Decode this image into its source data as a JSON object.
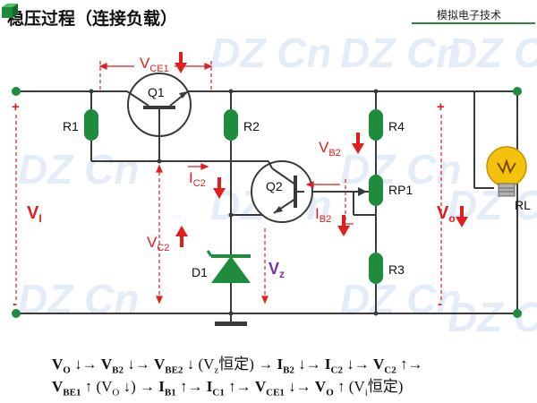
{
  "title": "稳压过程（连接负载）",
  "brand": "模拟电子技术",
  "watermark": "DZ Cn",
  "colors": {
    "wire": "#3a3a3a",
    "accent_red": "#e01e1e",
    "component_green": "#1e8c3c",
    "dashed_red": "#e01e1e",
    "purple": "#7a2fb0",
    "bulb": "#f4c20d"
  },
  "labels": {
    "q1": "Q1",
    "q2": "Q2",
    "r1": "R1",
    "r2": "R2",
    "r3": "R3",
    "r4": "R4",
    "rp1": "RP1",
    "d1": "D1",
    "rl": "RL",
    "vce1_main": "V",
    "vce1_sub": "CE1",
    "vb2_main": "V",
    "vb2_sub": "B2",
    "ic2_main": "I",
    "ic2_sub": "C2",
    "ib2_main": "I",
    "ib2_sub": "B2",
    "vc2_main": "V",
    "vc2_sub": "C2",
    "vz_main": "V",
    "vz_sub": "z",
    "vi_main": "V",
    "vi_sub": "I",
    "vo_main": "V",
    "vo_sub": "o",
    "plus": "+",
    "minus": "-"
  },
  "equations": {
    "line1": [
      {
        "t": "V",
        "b": true
      },
      {
        "s": "O",
        "b": true
      },
      {
        "t": " ↓→ "
      },
      {
        "t": "V",
        "b": true
      },
      {
        "s": "B2",
        "b": true
      },
      {
        "t": " ↓→ "
      },
      {
        "t": "V",
        "b": true
      },
      {
        "s": "BE2",
        "b": true
      },
      {
        "t": " ↓ (V"
      },
      {
        "s": "z"
      },
      {
        "t": "恒定) → "
      },
      {
        "t": "I",
        "b": true
      },
      {
        "s": "B2",
        "b": true
      },
      {
        "t": " ↓→ "
      },
      {
        "t": "I",
        "b": true
      },
      {
        "s": "C2",
        "b": true
      },
      {
        "t": " ↓→ "
      },
      {
        "t": "V",
        "b": true
      },
      {
        "s": "C2",
        "b": true
      },
      {
        "t": " ↑→"
      }
    ],
    "line2": [
      {
        "t": "V",
        "b": true
      },
      {
        "s": "BE1",
        "b": true
      },
      {
        "t": " ↑ (V"
      },
      {
        "s": "O"
      },
      {
        "t": " ↓) → "
      },
      {
        "t": "I",
        "b": true
      },
      {
        "s": "B1",
        "b": true
      },
      {
        "t": " ↑→ "
      },
      {
        "t": "I",
        "b": true
      },
      {
        "s": "C1",
        "b": true
      },
      {
        "t": " ↑→ "
      },
      {
        "t": "V",
        "b": true
      },
      {
        "s": "CE1",
        "b": true
      },
      {
        "t": " ↓→ "
      },
      {
        "t": "V",
        "b": true
      },
      {
        "s": "O",
        "b": true
      },
      {
        "t": " ↑ (V"
      },
      {
        "s": "i"
      },
      {
        "t": "恒定)"
      }
    ]
  }
}
